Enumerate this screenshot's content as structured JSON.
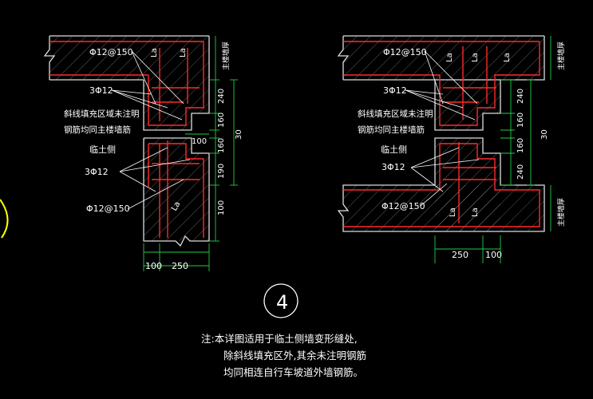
{
  "colors": {
    "background": "#000000",
    "concrete": "#d0d0d0",
    "rebar": "#ff2020",
    "dimension": "#22cc44",
    "hatch": "#cccccc"
  },
  "left": {
    "rebar_top": "Φ12@150",
    "rebar_mid": "3Φ12",
    "note_line1": "斜线填充区域未注明",
    "note_line2": "钢筋均同主楼墙筋",
    "side": "临土侧",
    "rebar_mid2": "3Φ12",
    "rebar_bottom": "Φ12@150",
    "la_labels": [
      "La",
      "La",
      "La"
    ],
    "dims_v": [
      "240",
      "160",
      "160",
      "190",
      "100"
    ],
    "dim_100_top": "100",
    "dim_30": "30",
    "wall_label": "主楼墙厚",
    "dims_h": [
      "100",
      "250"
    ]
  },
  "right": {
    "rebar_top": "Φ12@150",
    "rebar_mid": "3Φ12",
    "note_line1": "斜线填充区域未注明",
    "note_line2": "钢筋均同主楼墙筋",
    "side": "临土侧",
    "rebar_mid2": "3Φ12",
    "rebar_bottom": "Φ12@150",
    "la_labels": [
      "La",
      "La",
      "La",
      "La",
      "La"
    ],
    "dims_v": [
      "240",
      "160",
      "160",
      "240"
    ],
    "dim_30": "30",
    "wall_label_top": "主楼墙厚",
    "wall_label_bottom": "主楼墙厚",
    "dims_h": [
      "250",
      "100"
    ]
  },
  "detail_number": "4",
  "note": {
    "line1": "注:本详图适用于临土侧墙变形缝处,",
    "line2": "除斜线填充区外,其余未注明钢筋",
    "line3": "均同相连自行车坡道外墙钢筋。"
  }
}
